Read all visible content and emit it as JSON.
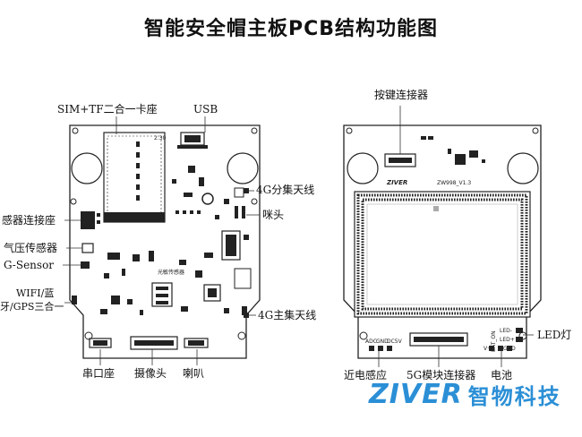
{
  "title": "智能安全帽主板PCB结构功能图",
  "left_board_labels": {
    "sim_tf": "SIM+TF二合一卡座",
    "usb": "USB",
    "antenna_4g_div": "4G分集天线",
    "mic": "咪头",
    "sensor_connector": "感器连接座",
    "baro": "气压传感器",
    "gsensor": "G-Sensor",
    "wifi_line1": "WIFI/蓝",
    "wifi_line2": "牙/GPS三合一",
    "antenna_4g_main": "4G主集天线",
    "serial": "串口座",
    "camera": "摄像头",
    "speaker": "喇叭"
  },
  "right_board_labels": {
    "key_connector": "按键连接器",
    "led": "LED灯",
    "proximity": "近电感应",
    "module_5g": "5G模块连接器",
    "battery": "电池"
  },
  "silkscreen": {
    "board_model": "ZW998_V1.3",
    "brand_small": "ZIVER",
    "adc": "ADC",
    "gnd": "GND",
    "dc5v": "DC5V",
    "led_minus": "LED-",
    "led_plus": "LED+",
    "vplus": "V+",
    "bat_on": "BAT_ON",
    "gnd2": "GND",
    "light_sensor": "光敏传感器",
    "value_230": "2.30"
  },
  "brand": {
    "logo": "ZIVER",
    "name": "智物科技",
    "color": "#2b8fd6"
  }
}
